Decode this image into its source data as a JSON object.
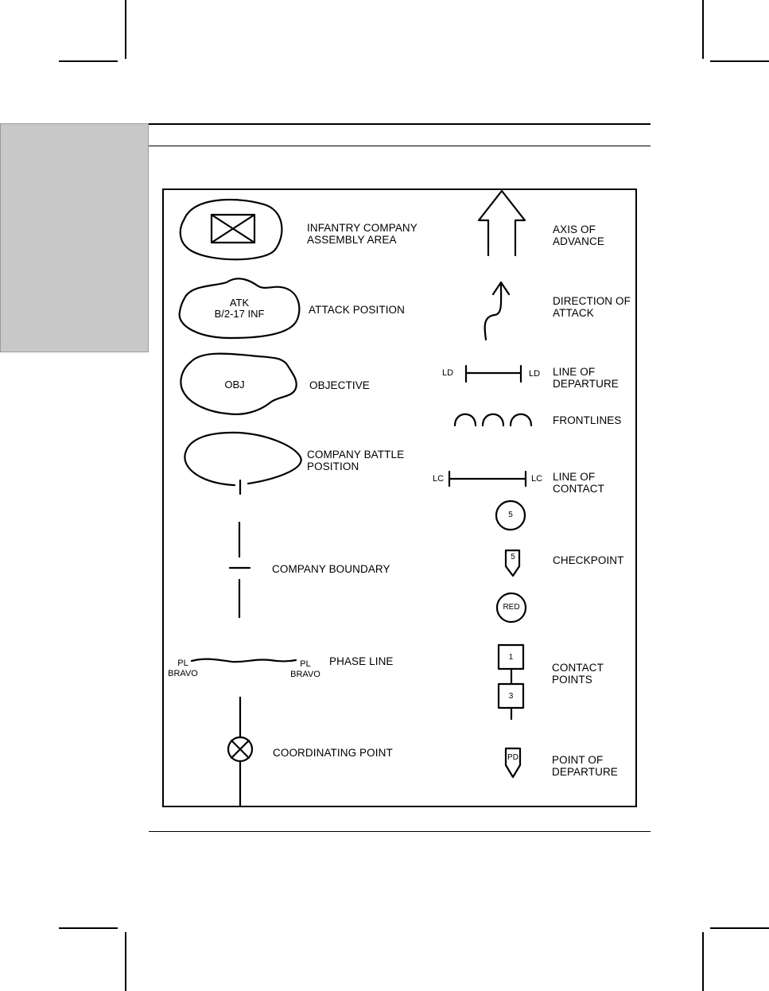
{
  "legend": {
    "infantry_assembly": "INFANTRY COMPANY\nASSEMBLY AREA",
    "attack_position": "ATTACK POSITION",
    "attack_position_inner": "ATK\nB/2-17 INF",
    "objective": "OBJECTIVE",
    "objective_inner": "OBJ",
    "battle_position": "COMPANY BATTLE\nPOSITION",
    "company_boundary": "COMPANY BOUNDARY",
    "phase_line": "PHASE LINE",
    "phase_line_left": "PL\nBRAVO",
    "phase_line_right": "PL\nBRAVO",
    "coordinating_point": "COORDINATING POINT",
    "axis_of_advance": "AXIS OF\nADVANCE",
    "direction_of_attack": "DIRECTION OF\nATTACK",
    "line_of_departure": "LINE OF\nDEPARTURE",
    "ld_left": "LD",
    "ld_right": "LD",
    "frontlines": "FRONTLINES",
    "line_of_contact": "LINE OF\nCONTACT",
    "lc_left": "LC",
    "lc_right": "LC",
    "checkpoint": "CHECKPOINT",
    "checkpoint_circle": "5",
    "checkpoint_marker": "5",
    "checkpoint_red": "RED",
    "contact_points": "CONTACT\nPOINTS",
    "contact_point_1": "1",
    "contact_point_3": "3",
    "point_of_departure": "POINT OF\nDEPARTURE",
    "point_of_departure_marker": "PD"
  }
}
